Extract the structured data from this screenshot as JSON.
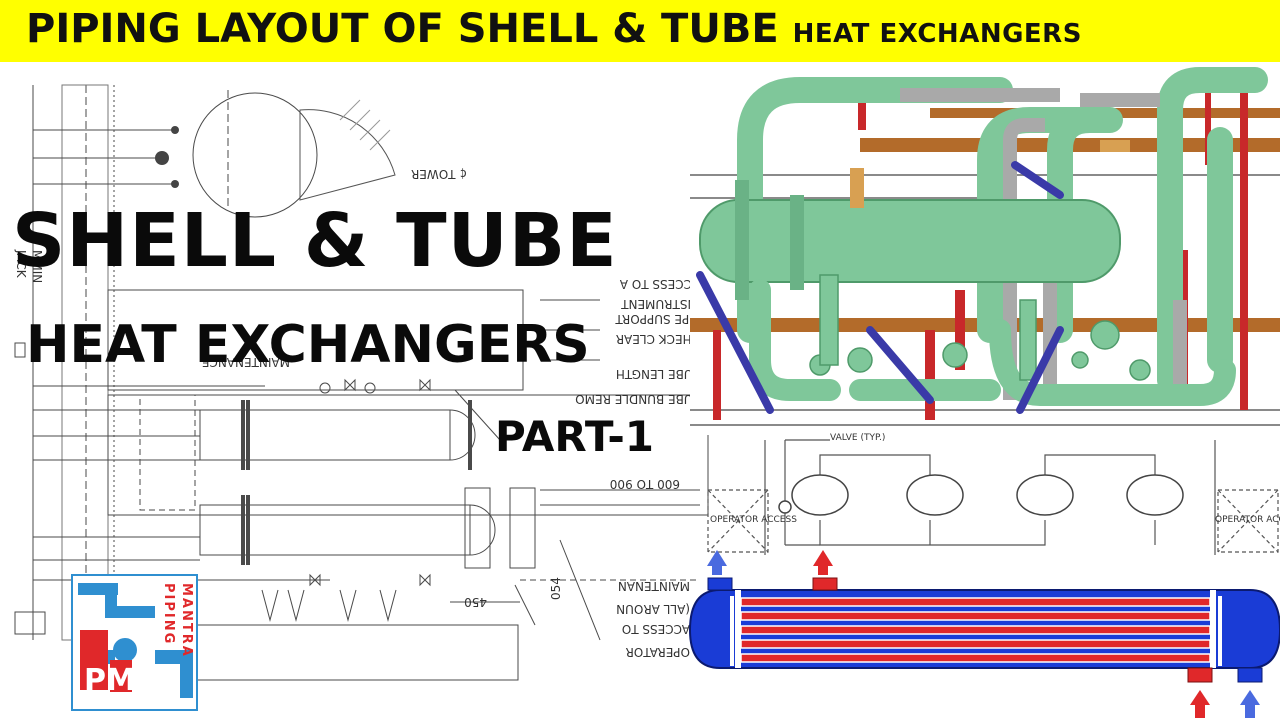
{
  "banner": {
    "title_main": "PIPING LAYOUT OF SHELL & TUBE ",
    "title_tail": "HEAT EXCHANGERS"
  },
  "headline": {
    "line1": "SHELL & TUBE",
    "line2": "HEAT EXCHANGERS",
    "line3": "PART-1"
  },
  "drawing_labels": {
    "tower": "¢ TOWER",
    "instrument": "INSTRUMENT",
    "access_to": "ACCESS TO A",
    "pipe_support": "PIPE SUPPORT",
    "check_clear": "CHECK CLEAR",
    "tube_length": "TUBE LENGTH",
    "tube_bundle": "TUBE BUNDLE REMO",
    "maintenance_top": "MAINTENANCE",
    "dim_600_900": "600 TO 900",
    "dim_450": "450",
    "dim_054": "054",
    "maintenance": "MAINTENAN",
    "all_around": "(ALL AROUN",
    "access_to_2": "ACCESS TO",
    "operator": "OPERATOR",
    "jack": "JACK",
    "mmin": "MMIN"
  },
  "right_diagram": {
    "valve_label": "VALVE (TYP.)",
    "operator_access_left": "OPERATOR ACCESS",
    "operator_access_right": "OPERATOR ACCESS"
  },
  "logo": {
    "word1": "PIPING",
    "word2": "MANTRA",
    "monogram": "PM"
  },
  "colors": {
    "banner_yellow": "#ffff00",
    "pipe_green": "#7fc79a",
    "pipe_grey": "#a9a9a9",
    "steel_orange": "#b36b2a",
    "valve_red": "#c8282a",
    "brace_blue": "#3a3aa8",
    "shell_blue": "#1a3cd6",
    "tube_red": "#e0282a",
    "logo_blue": "#2f8fd0"
  }
}
